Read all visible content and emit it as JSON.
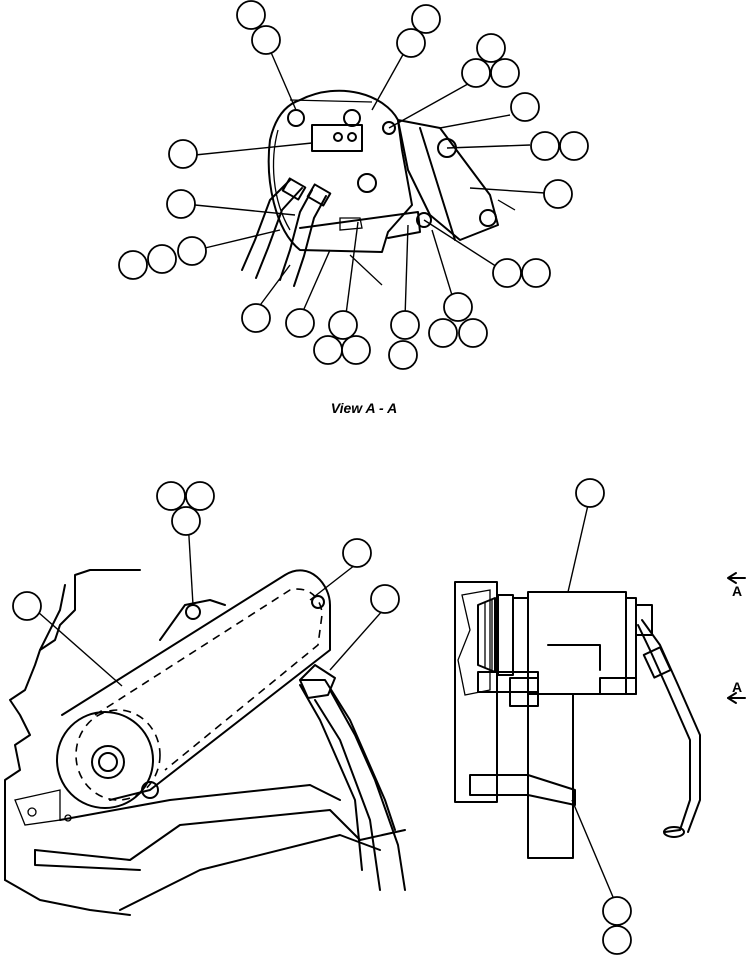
{
  "view_a_caption": "View A - A",
  "section_marks": [
    "A",
    "A"
  ]
}
